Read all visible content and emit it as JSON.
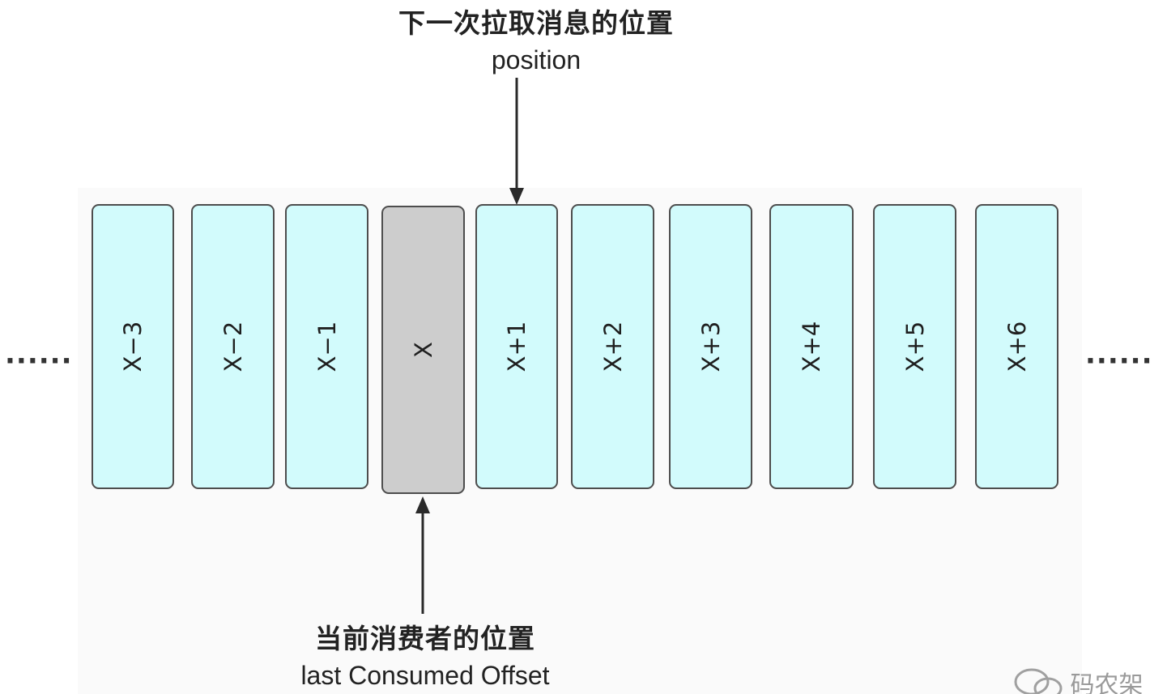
{
  "next_fetch": {
    "title_zh": "下一次拉取消息的位置",
    "title_en": "position"
  },
  "current_consumer": {
    "title_zh": "当前消费者的位置",
    "title_en": "last Consumed Offset"
  },
  "ellipsis_left": "······",
  "ellipsis_right": "······",
  "slots": [
    {
      "label": "X−3",
      "state": "pending"
    },
    {
      "label": "X−2",
      "state": "pending"
    },
    {
      "label": "X−1",
      "state": "pending"
    },
    {
      "label": "X",
      "state": "current"
    },
    {
      "label": "X+1",
      "state": "next"
    },
    {
      "label": "X+2",
      "state": "pending"
    },
    {
      "label": "X+3",
      "state": "pending"
    },
    {
      "label": "X+4",
      "state": "pending"
    },
    {
      "label": "X+5",
      "state": "pending"
    },
    {
      "label": "X+6",
      "state": "pending"
    }
  ],
  "colors": {
    "slot_fill": "#d2fbfc",
    "current_fill": "#cdcdcd",
    "border": "#4d4d4d",
    "arrow": "#2a2a2a"
  },
  "watermark": {
    "icon": "wechat-icon",
    "text": "码农架"
  }
}
